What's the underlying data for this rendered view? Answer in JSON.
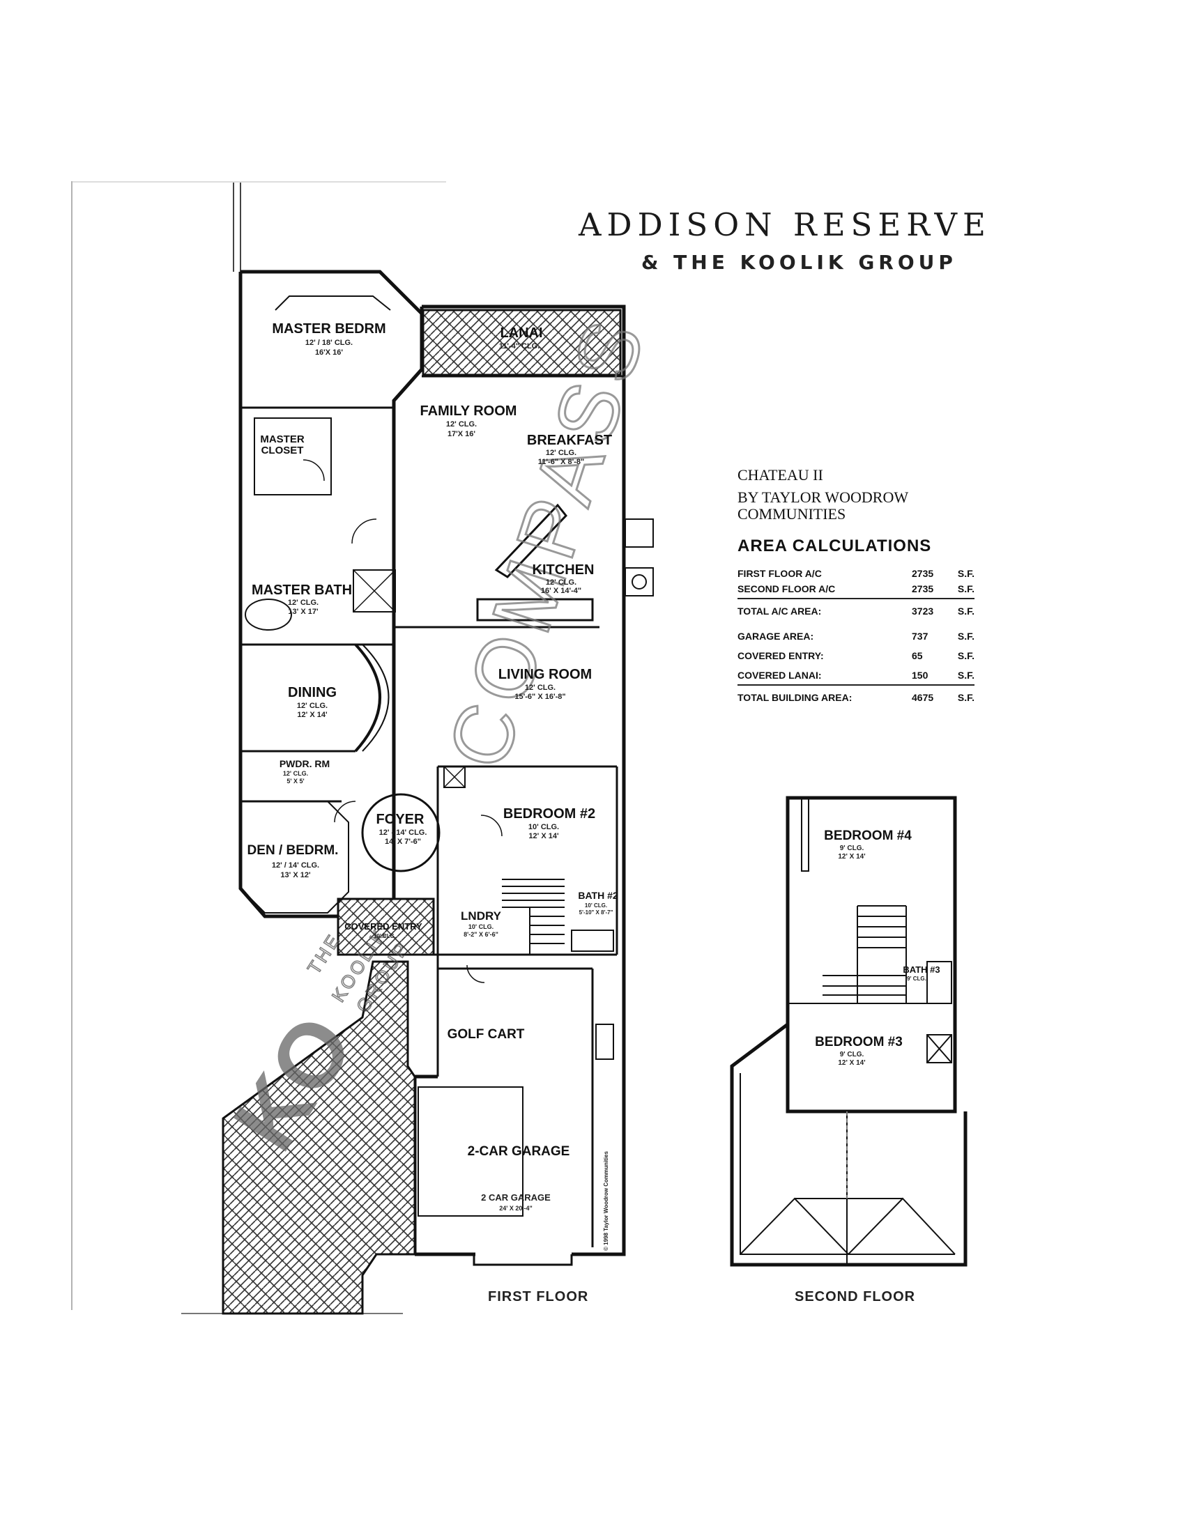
{
  "header": {
    "title": "ADDISON RESERVE",
    "subtitle": "& THE KOOLIK GROUP"
  },
  "info": {
    "model": "CHATEAU II",
    "builder_line1": "BY TAYLOR WOODROW",
    "builder_line2": "COMMUNITIES",
    "area_heading": "AREA CALCULATIONS",
    "rows": [
      {
        "label": "FIRST FLOOR A/C",
        "value": "2735",
        "unit": "S.F."
      },
      {
        "label": "SECOND FLOOR A/C",
        "value": "2735",
        "unit": "S.F."
      },
      {
        "label": "TOTAL A/C AREA:",
        "value": "3723",
        "unit": "S.F."
      },
      {
        "label": "GARAGE AREA:",
        "value": "737",
        "unit": "S.F."
      },
      {
        "label": "COVERED ENTRY:",
        "value": "65",
        "unit": "S.F."
      },
      {
        "label": "COVERED LANAI:",
        "value": "150",
        "unit": "S.F."
      },
      {
        "label": "TOTAL BUILDING AREA:",
        "value": "4675",
        "unit": "S.F."
      }
    ]
  },
  "first_floor": {
    "label": "FIRST FLOOR",
    "rooms": {
      "master_bedroom": {
        "name": "MASTER BEDRM",
        "clg": "12' / 18' CLG.",
        "size": "16'X 16'"
      },
      "lanai": {
        "name": "LANAI",
        "clg": "11'-4\" CLG."
      },
      "family_room": {
        "name": "FAMILY ROOM",
        "clg": "12' CLG.",
        "size": "17'X 16'"
      },
      "breakfast": {
        "name": "BREAKFAST",
        "clg": "12' CLG.",
        "size": "11'-6\" X 8'-8\""
      },
      "master_closet": {
        "name1": "MASTER",
        "name2": "CLOSET"
      },
      "kitchen": {
        "name": "KITCHEN",
        "clg": "12' CLG.",
        "size": "16' X 14'-4\""
      },
      "master_bath": {
        "name": "MASTER BATH",
        "clg": "12' CLG.",
        "size": "13' X 17'"
      },
      "living_room": {
        "name": "LIVING ROOM",
        "clg": "12' CLG.",
        "size": "15'-6\" X 16'-8\""
      },
      "dining": {
        "name": "DINING",
        "clg": "12' CLG.",
        "size": "12' X 14'"
      },
      "powder_room": {
        "name": "PWDR. RM",
        "clg": "12' CLG.",
        "size": "5' X 5'"
      },
      "bedroom2": {
        "name": "BEDROOM #2",
        "clg": "10' CLG.",
        "size": "12' X 14'"
      },
      "foyer": {
        "name": "FOYER",
        "clg": "12' - 14' CLG.",
        "size": "14' X 7'-6\""
      },
      "den": {
        "name": "DEN / BEDRM.",
        "clg": "12' / 14' CLG.",
        "size": "13' X 12'"
      },
      "bath2": {
        "name": "BATH #2",
        "clg": "10' CLG.",
        "size": "5'-10\" X 8'-7\""
      },
      "laundry": {
        "name": "LNDRY",
        "clg": "10' CLG.",
        "size": "8'-2\" X 6'-6\""
      },
      "covered_entry": {
        "name": "COVERED ENTRY",
        "clg": "10' CLG."
      },
      "golf_cart": {
        "name": "GOLF CART"
      },
      "garage": {
        "name": "2-CAR GARAGE",
        "name2": "2 CAR GARAGE",
        "size": "24' X 20'-4\""
      },
      "copyright": "© 1998 Taylor Woodrow Communities"
    }
  },
  "second_floor": {
    "label": "SECOND FLOOR",
    "rooms": {
      "bedroom4": {
        "name": "BEDROOM #4",
        "clg": "9' CLG.",
        "size": "12' X 14'"
      },
      "bath3": {
        "name": "BATH #3",
        "clg": "9' CLG."
      },
      "bedroom3": {
        "name": "BEDROOM #3",
        "clg": "9' CLG.",
        "size": "12' X 14'"
      }
    }
  },
  "watermarks": {
    "compass": "COMPASS",
    "koolik_line1": "THE",
    "koolik_line2": "KOOLIK",
    "koolik_line3": "GROUP",
    "koolik_logo": "KO"
  }
}
